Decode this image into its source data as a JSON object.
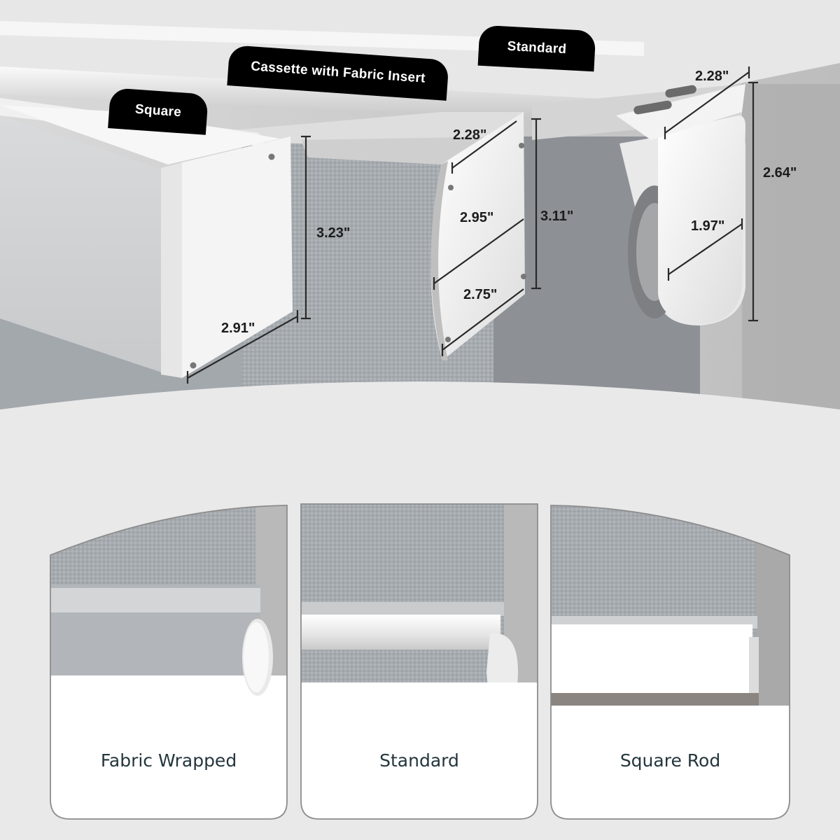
{
  "top_tags": {
    "standard": "Standard",
    "cassette": "Cassette with Fabric Insert",
    "square": "Square"
  },
  "dimensions": {
    "square_depth": "2.91\"",
    "square_height": "3.23\"",
    "cassette_top": "2.28\"",
    "cassette_mid": "2.95\"",
    "cassette_bottom": "2.75\"",
    "cassette_height": "3.11\"",
    "standard_top": "2.28\"",
    "standard_height": "2.64\"",
    "standard_inner": "1.97\""
  },
  "cards": [
    {
      "label": "Fabric Wrapped"
    },
    {
      "label": "Standard"
    },
    {
      "label": "Square Rod"
    }
  ],
  "colors": {
    "fabric": "#a9adb2",
    "fabric_dark": "#8e9398",
    "aluminum": "#eeeeee",
    "tag_bg": "#000000",
    "label_text": "#24363d",
    "card_border": "#8d8d8d"
  }
}
